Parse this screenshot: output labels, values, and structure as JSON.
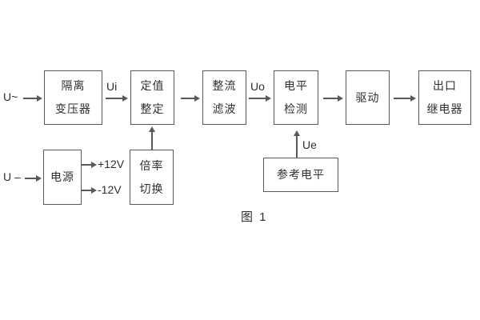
{
  "figure": {
    "caption": "图 1",
    "colors": {
      "line": "#58595b",
      "text": "#2f2f2f",
      "background": "#ffffff"
    },
    "blocks": [
      {
        "name": "isolation-transformer",
        "lines": [
          "隔离",
          "变压器"
        ]
      },
      {
        "name": "setting-adjustment",
        "lines": [
          "定值",
          "整定"
        ]
      },
      {
        "name": "rectify-filter",
        "lines": [
          "整流",
          "滤波"
        ]
      },
      {
        "name": "level-detection",
        "lines": [
          "电平",
          "检测"
        ]
      },
      {
        "name": "driver",
        "lines": [
          "驱动"
        ]
      },
      {
        "name": "output-relay",
        "lines": [
          "出口",
          "继电器"
        ]
      },
      {
        "name": "power-supply",
        "lines": [
          "电源"
        ]
      },
      {
        "name": "ratio-switching",
        "lines": [
          "倍率",
          "切换"
        ]
      },
      {
        "name": "reference-level",
        "lines": [
          "参考电平"
        ]
      }
    ],
    "signals": {
      "ac_input": "U~",
      "ui": "Ui",
      "uo": "Uo",
      "ue": "Ue",
      "dc_input": "U –",
      "plus_12v": "+12V",
      "minus_12v": "-12V"
    }
  }
}
